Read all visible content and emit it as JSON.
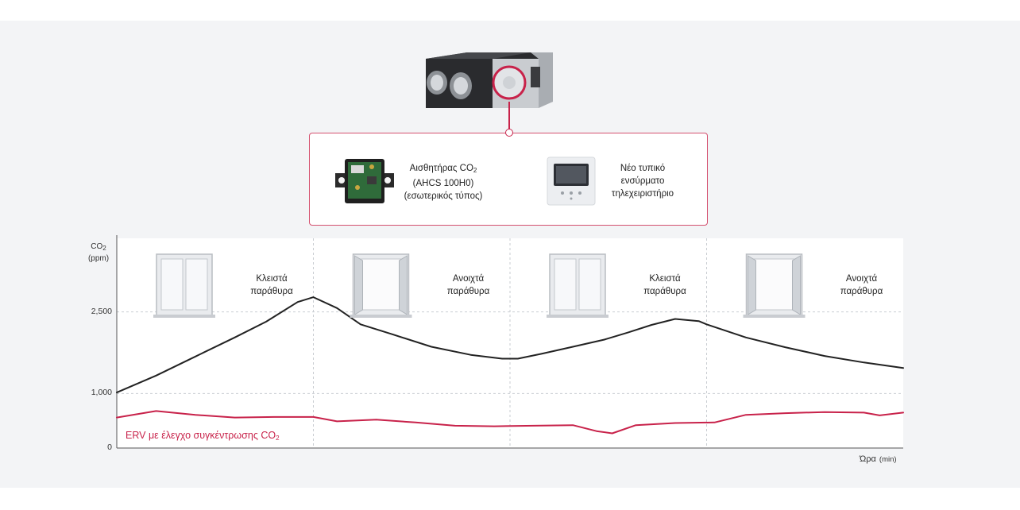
{
  "accessories": {
    "sensor": {
      "line1": "Αισθητήρας CO",
      "line1_sub": "2",
      "line2": "(AHCS 100H0)",
      "line3": "(εσωτερικός τύπος)"
    },
    "remote": {
      "line1": "Νέο τυπικό",
      "line2": "ενσύρματο",
      "line3": "τηλεχειριστήριο"
    }
  },
  "windows": [
    {
      "state": "closed",
      "line1": "Κλειστά",
      "line2": "παράθυρα"
    },
    {
      "state": "open",
      "line1": "Ανοιχτά",
      "line2": "παράθυρα"
    },
    {
      "state": "closed",
      "line1": "Κλειστά",
      "line2": "παράθυρα"
    },
    {
      "state": "open",
      "line1": "Ανοιχτά",
      "line2": "παράθυρα"
    }
  ],
  "colors": {
    "accent": "#c8224a",
    "black_series": "#222222",
    "grid": "#c9cdd2"
  },
  "chart_data": {
    "type": "line",
    "y_title": {
      "main": "CO",
      "sub": "2",
      "unit": "(ppm)"
    },
    "x_title": {
      "main": "Ώρα",
      "unit": "(min)"
    },
    "ylim": [
      0,
      3850
    ],
    "xlim": [
      0,
      100
    ],
    "y_ticks": [
      {
        "value": 0,
        "label": "0"
      },
      {
        "value": 1000,
        "label": "1,000"
      },
      {
        "value": 2500,
        "label": "2,500"
      }
    ],
    "x_dividers": [
      25,
      50,
      75
    ],
    "grid": true,
    "series": [
      {
        "name": "",
        "color": "#222222",
        "x": [
          0,
          5,
          10,
          15,
          19,
          23,
          25,
          28,
          31,
          35,
          40,
          45,
          49,
          51,
          54,
          58,
          62,
          65,
          68,
          71,
          74,
          75,
          80,
          85,
          90,
          95,
          100
        ],
        "y": [
          1020,
          1330,
          1680,
          2030,
          2320,
          2680,
          2770,
          2570,
          2270,
          2090,
          1860,
          1710,
          1640,
          1640,
          1730,
          1860,
          1990,
          2120,
          2260,
          2370,
          2330,
          2270,
          2030,
          1850,
          1690,
          1570,
          1470
        ]
      },
      {
        "name": "ERV με έλεγχο συγκέντρωσης CO₂",
        "color": "#c8224a",
        "label_main": "ERV με έλεγχο συγκέντρωσης CO",
        "label_sub": "2",
        "x": [
          0,
          5,
          10,
          15,
          20,
          25,
          28,
          33,
          38,
          43,
          48,
          53,
          58,
          61,
          63,
          66,
          71,
          76,
          80,
          85,
          90,
          95,
          97,
          100
        ],
        "y": [
          560,
          680,
          610,
          560,
          570,
          570,
          490,
          520,
          470,
          410,
          400,
          410,
          420,
          310,
          270,
          420,
          460,
          470,
          610,
          640,
          660,
          650,
          600,
          650
        ]
      }
    ]
  }
}
